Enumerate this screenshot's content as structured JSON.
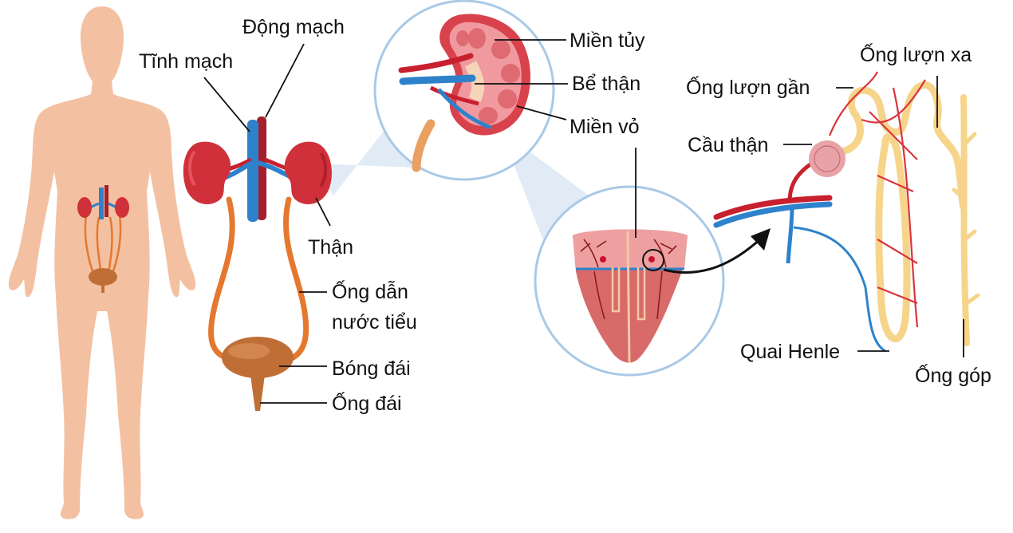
{
  "title": "Hệ bài tiết nước tiểu và cấu tạo thận",
  "colors": {
    "skin": "#f3c1a2",
    "kidney": "#d0303a",
    "artery": "#c8202e",
    "vein": "#2e82cc",
    "ureter": "#e5782f",
    "bladder": "#bf6e36",
    "tubule": "#f6d48a",
    "zoom_circle": "#a9c9e6",
    "zoom_beam": "#dbe8f5",
    "leader_line": "#111111"
  },
  "labels": {
    "dong_mach": "Động mạch",
    "tinh_mach": "Tĩnh mạch",
    "than": "Thận",
    "ong_dan_nuoc_tieu_line1": "Ống dẫn",
    "ong_dan_nuoc_tieu_line2": "nước tiểu",
    "bong_dai": "Bóng đái",
    "ong_dai": "Ống đái",
    "mien_tuy": "Miền tủy",
    "be_than": "Bể thận",
    "mien_vo": "Miền vỏ",
    "ong_luon_gan": "Ống lượn gần",
    "ong_luon_xa": "Ống lượn xa",
    "cau_than": "Cầu thận",
    "quai_henle": "Quai Henle",
    "ong_gop": "Ống góp"
  }
}
